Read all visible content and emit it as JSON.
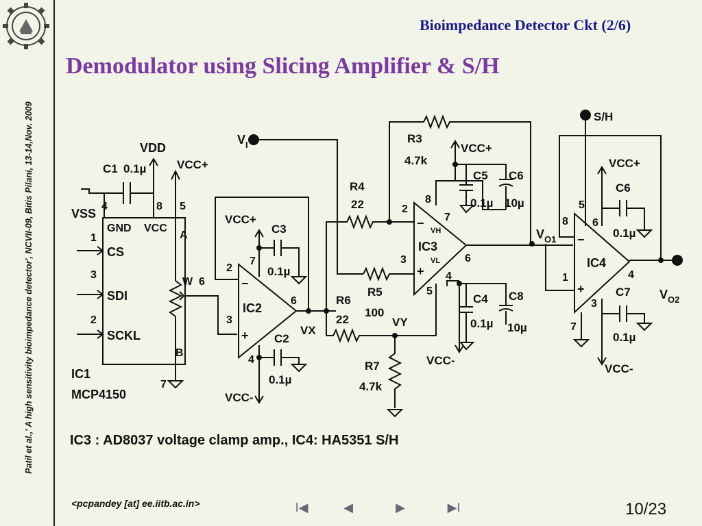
{
  "header": {
    "title": "Bioimpedance Detector Ckt (2/6)"
  },
  "slide_title": "Demodulator using Slicing Amplifier & S/H",
  "sidebar_text": "Patil et al.,' A high sensitivity bioimpedance detector', NCVII-09, Bitis Pilani, 13-14,Nov. 2009",
  "caption": "IC3 : AD8037 voltage clamp amp., IC4: HA5351 S/H",
  "footer": {
    "email": "<pcpandey [at] ee.iitb.ac.in>",
    "page": "10/23"
  },
  "nav": {
    "first": "I◀",
    "prev": "◀",
    "next": "▶",
    "last": "▶I"
  },
  "colors": {
    "title": "#7b3aa0",
    "header": "#1a1a8c",
    "background": "#f2f4e8"
  },
  "circuit": {
    "ic1": {
      "name": "IC1",
      "part": "MCP4150",
      "pins": {
        "gnd": "GND",
        "vcc": "VCC",
        "cs": "CS",
        "sdi": "SDI",
        "sckl": "SCKL",
        "a": "A",
        "w": "W",
        "b": "B"
      },
      "pin_numbers": [
        "4",
        "8",
        "5",
        "1",
        "3",
        "2",
        "6",
        "7"
      ]
    },
    "ic2": {
      "name": "IC2"
    },
    "ic3": {
      "name": "IC3",
      "vh": "VH",
      "vl": "VL"
    },
    "ic4": {
      "name": "IC4"
    },
    "supplies": {
      "vdd": "VDD",
      "vss": "VSS",
      "vcc_plus": "VCC+",
      "vcc_minus": "VCC-"
    },
    "signals": {
      "vi": "V",
      "vi_sub": "I",
      "vx": "VX",
      "vy": "VY",
      "vo1": "V",
      "vo1_sub": "O1",
      "vo2": "V",
      "vo2_sub": "O2",
      "sh": "S/H"
    },
    "components": {
      "c1": {
        "name": "C1",
        "value": "0.1µ"
      },
      "c2": {
        "name": "C2",
        "value": "0.1µ"
      },
      "c3": {
        "name": "C3",
        "value": "0.1µ"
      },
      "c4": {
        "name": "C4",
        "value": "0.1µ"
      },
      "c5": {
        "name": "C5",
        "value": "0.1µ"
      },
      "c6": {
        "name": "C6",
        "value": "10µ"
      },
      "c7": {
        "name": "C7",
        "value": "0.1µ"
      },
      "c8": {
        "name": "C8",
        "value": "10µ"
      },
      "c9": {
        "name": "C6",
        "value": "0.1µ"
      },
      "r3": {
        "name": "R3",
        "value": "4.7k"
      },
      "r4": {
        "name": "R4",
        "value": "22"
      },
      "r5": {
        "name": "R5",
        "value": "100"
      },
      "r6": {
        "name": "R6",
        "value": "22"
      },
      "r7": {
        "name": "R7",
        "value": "4.7k"
      }
    }
  }
}
